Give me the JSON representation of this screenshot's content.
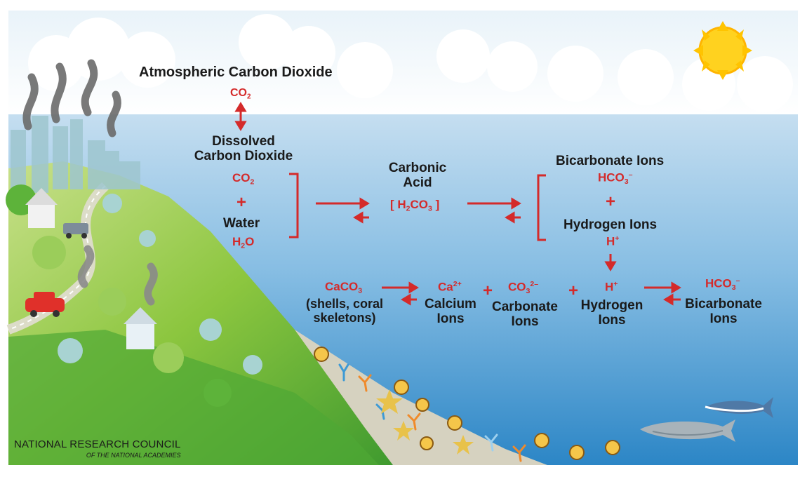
{
  "colors": {
    "sky": "#ffffff",
    "ocean_top": "#bcd9ee",
    "ocean_bottom": "#2c86c6",
    "chem_red": "#d42a2a",
    "text": "#1a1a1a",
    "hill_green": "#8cc63f",
    "sand": "#d6d2c0",
    "sun": "#ffd21f"
  },
  "atmosphere": {
    "title": "Atmospheric Carbon Dioxide",
    "co2": "CO",
    "co2_sub": "2"
  },
  "dissolved": {
    "title_line1": "Dissolved",
    "title_line2": "Carbon Dioxide",
    "co2": "CO",
    "co2_sub": "2",
    "water_label": "Water",
    "h2o_h": "H",
    "h2o_sub": "2",
    "h2o_o": "O"
  },
  "carbonic": {
    "line1": "Carbonic",
    "line2": "Acid",
    "formula_open": "[ H",
    "formula_sub1": "2",
    "formula_mid": "CO",
    "formula_sub2": "3",
    "formula_close": " ]"
  },
  "bicarbonate_top": {
    "title": "Bicarbonate Ions",
    "formula": "HCO",
    "sub": "3",
    "sup": "–",
    "hydrogen_label": "Hydrogen Ions",
    "h": "H",
    "h_sup": "+"
  },
  "bottom_row": {
    "caco3": "CaCO",
    "caco3_sub": "3",
    "shells_line1": "(shells, coral",
    "shells_line2": "skeletons)",
    "ca": "Ca",
    "ca_sup": "2+",
    "calcium_line1": "Calcium",
    "calcium_line2": "Ions",
    "co3": "CO",
    "co3_sub": "3",
    "co3_sup": "2–",
    "carbonate_line1": "Carbonate",
    "carbonate_line2": "Ions",
    "h": "H",
    "h_sup": "+",
    "hydrogen_line1": "Hydrogen",
    "hydrogen_line2": "Ions",
    "hco3": "HCO",
    "hco3_sub": "3",
    "hco3_sup": "–",
    "bicarb_line1": "Bicarbonate",
    "bicarb_line2": "Ions"
  },
  "credit": {
    "line1": "NATIONAL RESEARCH COUNCIL",
    "line2": "OF THE NATIONAL ACADEMIES"
  }
}
